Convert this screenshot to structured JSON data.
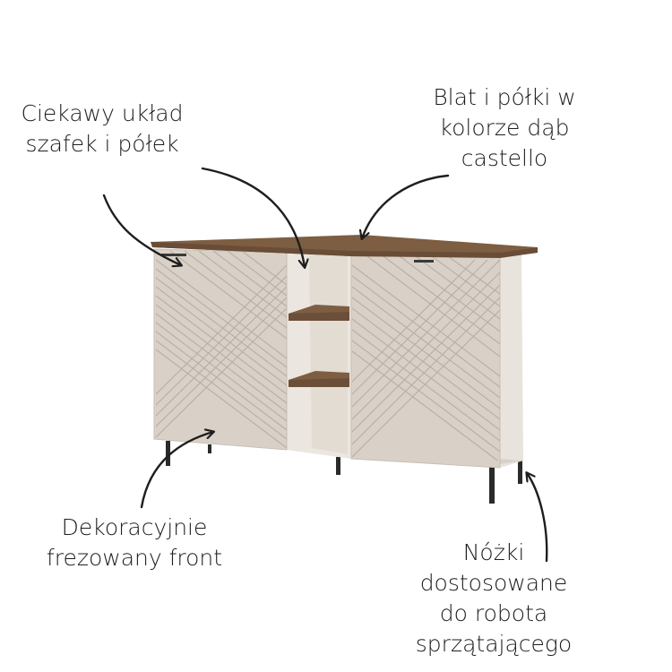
{
  "annotations": {
    "layout": {
      "line1": "Ciekawy układ",
      "line2": "szafek i półek"
    },
    "top": {
      "line1": "Blat i półki w",
      "line2": "kolorze dąb",
      "line3": "castello"
    },
    "front": {
      "line1": "Dekoracyjnie",
      "line2": "frezowany front"
    },
    "legs": {
      "line1": "Nóżki",
      "line2": "dostosowane",
      "line3": "do robota",
      "line4": "sprzątającego"
    }
  },
  "colors": {
    "front": "#d9d1c8",
    "body": "#e6e0d8",
    "oak": "#7d5e43",
    "legs": "#2a2a2a",
    "arrow": "#1e1e1e"
  }
}
